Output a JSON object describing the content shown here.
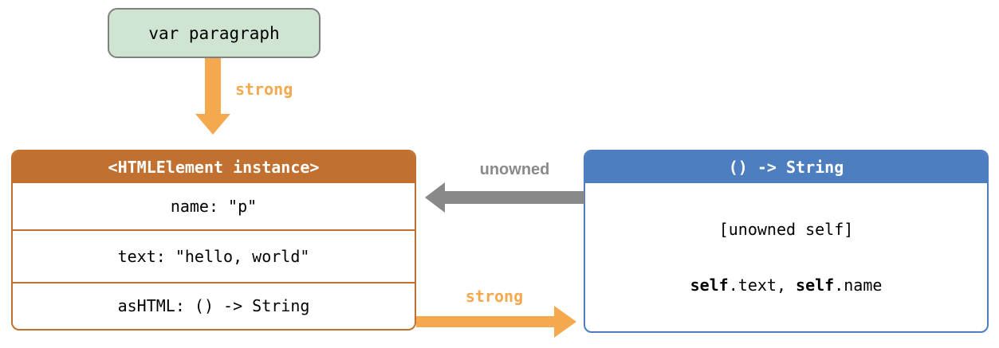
{
  "diagram": {
    "variable_box": {
      "label": "var paragraph"
    },
    "strong_reference_top": {
      "label": "strong"
    },
    "unowned_reference": {
      "label": "unowned"
    },
    "strong_reference_bottom": {
      "label": "strong"
    },
    "instance_box": {
      "title": "<HTMLElement instance>",
      "rows": [
        "name: \"p\"",
        "text: \"hello, world\"",
        "asHTML: () -> String"
      ]
    },
    "closure_box": {
      "title": "() -> String",
      "capture_list": "[unowned self]",
      "body_parts": [
        {
          "text": "self",
          "bold": true
        },
        {
          "text": ".text, ",
          "bold": false
        },
        {
          "text": "self",
          "bold": true
        },
        {
          "text": ".name",
          "bold": false
        }
      ]
    }
  },
  "colors": {
    "instance_accent": "#c1702f",
    "closure_accent": "#4d7ebf",
    "strong_arrow": "#f5a94f",
    "unowned_arrow": "#898989",
    "variable_fill": "#cfe5d2",
    "variable_border": "#808080",
    "text": "#000000"
  }
}
